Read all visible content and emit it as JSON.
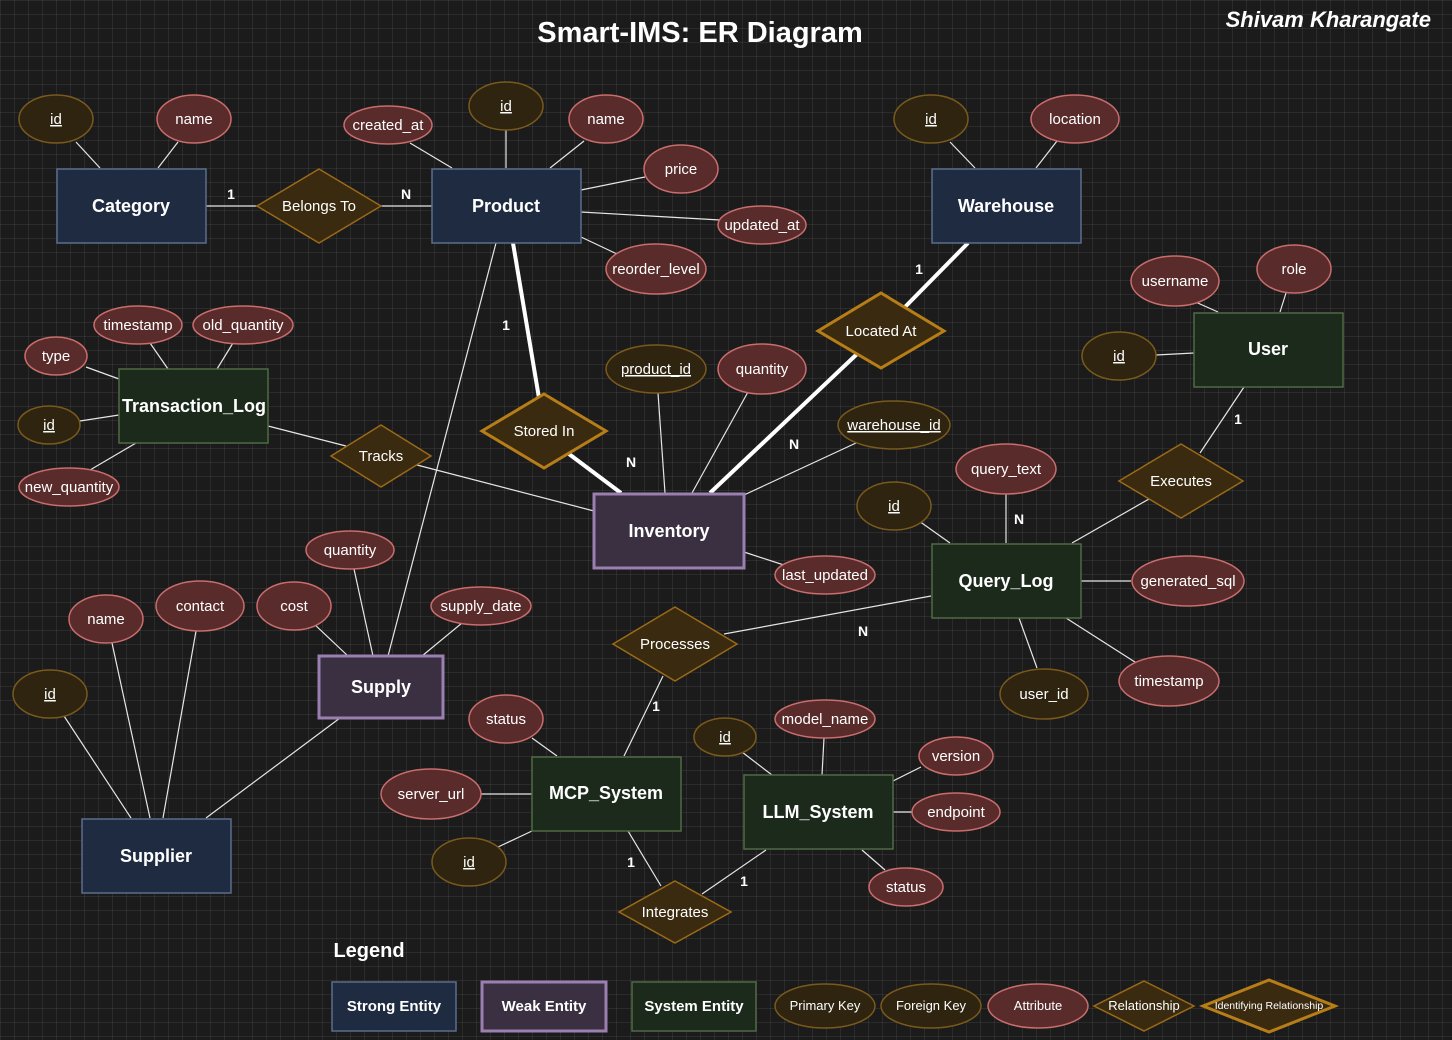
{
  "title": "Smart-IMS: ER Diagram",
  "author": "Shivam Kharangate",
  "colors": {
    "strong_entity_fill": "#1e2b40",
    "strong_entity_stroke": "#5a6e8c",
    "weak_entity_fill": "#3a3042",
    "weak_entity_stroke": "#9b7fb0",
    "system_entity_fill": "#1c2a1c",
    "system_entity_stroke": "#4e6a44",
    "attribute_fill": "#5a2b2b",
    "attribute_stroke": "#c96d6d",
    "key_fill": "#2e2410",
    "key_stroke": "#7a5a1c",
    "relationship_fill": "#3a2a10",
    "relationship_stroke": "#9a6a18",
    "identifying_stroke": "#b77e18"
  },
  "entities": {
    "category": "Category",
    "product": "Product",
    "warehouse": "Warehouse",
    "user": "User",
    "transaction_log": "Transaction_Log",
    "inventory": "Inventory",
    "query_log": "Query_Log",
    "supply": "Supply",
    "supplier": "Supplier",
    "mcp_system": "MCP_System",
    "llm_system": "LLM_System"
  },
  "relationships": {
    "belongs_to": "Belongs To",
    "located_at": "Located At",
    "stored_in": "Stored In",
    "tracks": "Tracks",
    "executes": "Executes",
    "processes": "Processes",
    "integrates": "Integrates"
  },
  "attributes": {
    "category_id": "id",
    "category_name": "name",
    "product_created_at": "created_at",
    "product_id": "id",
    "product_name": "name",
    "product_price": "price",
    "product_updated_at": "updated_at",
    "product_reorder_level": "reorder_level",
    "warehouse_id": "id",
    "warehouse_location": "location",
    "user_username": "username",
    "user_role": "role",
    "user_id": "id",
    "tlog_timestamp": "timestamp",
    "tlog_old_quantity": "old_quantity",
    "tlog_type": "type",
    "tlog_id": "id",
    "tlog_new_quantity": "new_quantity",
    "inv_product_id": "product_id",
    "inv_quantity": "quantity",
    "inv_warehouse_id": "warehouse_id",
    "inv_last_updated": "last_updated",
    "qlog_query_text": "query_text",
    "qlog_id": "id",
    "qlog_generated_sql": "generated_sql",
    "qlog_user_id": "user_id",
    "qlog_timestamp": "timestamp",
    "supply_quantity": "quantity",
    "supply_cost": "cost",
    "supply_supply_date": "supply_date",
    "supplier_name": "name",
    "supplier_contact": "contact",
    "supplier_id": "id",
    "mcp_status": "status",
    "mcp_server_url": "server_url",
    "mcp_id": "id",
    "llm_id": "id",
    "llm_model_name": "model_name",
    "llm_version": "version",
    "llm_endpoint": "endpoint",
    "llm_status": "status"
  },
  "cardinalities": {
    "cat_belongs": "1",
    "belongs_prod": "N",
    "prod_stored": "1",
    "stored_inv": "N",
    "wh_located": "1",
    "located_inv": "N",
    "user_executes": "1",
    "executes_qlog": "N",
    "qlog_processes": "N",
    "processes_mcp": "1",
    "mcp_integrates": "1",
    "integrates_llm": "1"
  },
  "legend": {
    "title": "Legend",
    "strong_entity": "Strong Entity",
    "weak_entity": "Weak Entity",
    "system_entity": "System Entity",
    "primary_key": "Primary Key",
    "foreign_key": "Foreign Key",
    "attribute": "Attribute",
    "relationship": "Relationship",
    "identifying_relationship": "Identifying Relationship"
  }
}
